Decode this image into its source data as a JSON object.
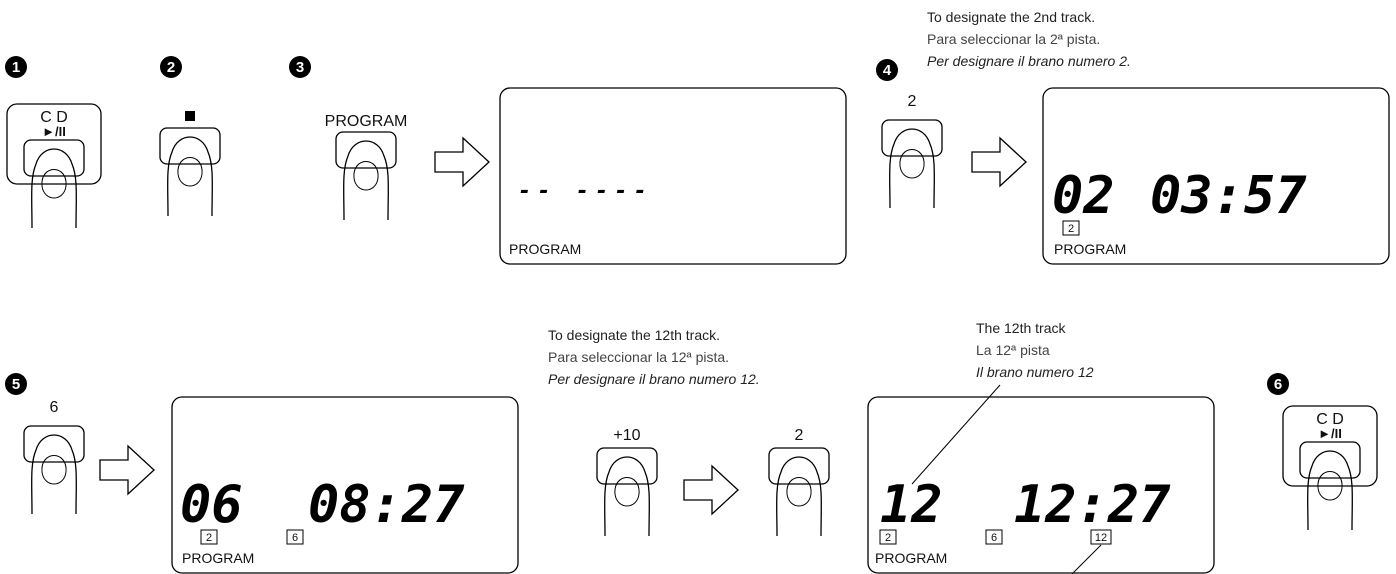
{
  "steps": [
    "1",
    "2",
    "3",
    "4",
    "5",
    "6"
  ],
  "buttons": {
    "cd_label": "C D",
    "play_pause": "►/II",
    "stop_symbol": "■",
    "program": "PROGRAM",
    "two": "2",
    "six": "6",
    "plus_ten": "+10"
  },
  "notes": {
    "track2": {
      "en": "To designate the 2nd track.",
      "es": "Para seleccionar la 2ª pista.",
      "it": "Per designare il brano numero 2."
    },
    "track12": {
      "en": "To designate the 12th track.",
      "es": "Para seleccionar la 12ª pista.",
      "it": "Per designare il brano numero 12."
    },
    "track12_callout": {
      "en": "The 12th track",
      "es": "La 12ª pista",
      "it": "Il brano numero 12"
    }
  },
  "displays": {
    "program_label": "PROGRAM",
    "d1": {
      "dashes": "-- ----"
    },
    "d2": {
      "track": "02",
      "time": "03:57",
      "boxes": [
        "2"
      ]
    },
    "d3": {
      "track": "06",
      "time": "08:27",
      "boxes": [
        "2",
        "6"
      ]
    },
    "d4": {
      "track": "12",
      "time": "12:27",
      "boxes": [
        "2",
        "6",
        "12"
      ]
    }
  }
}
